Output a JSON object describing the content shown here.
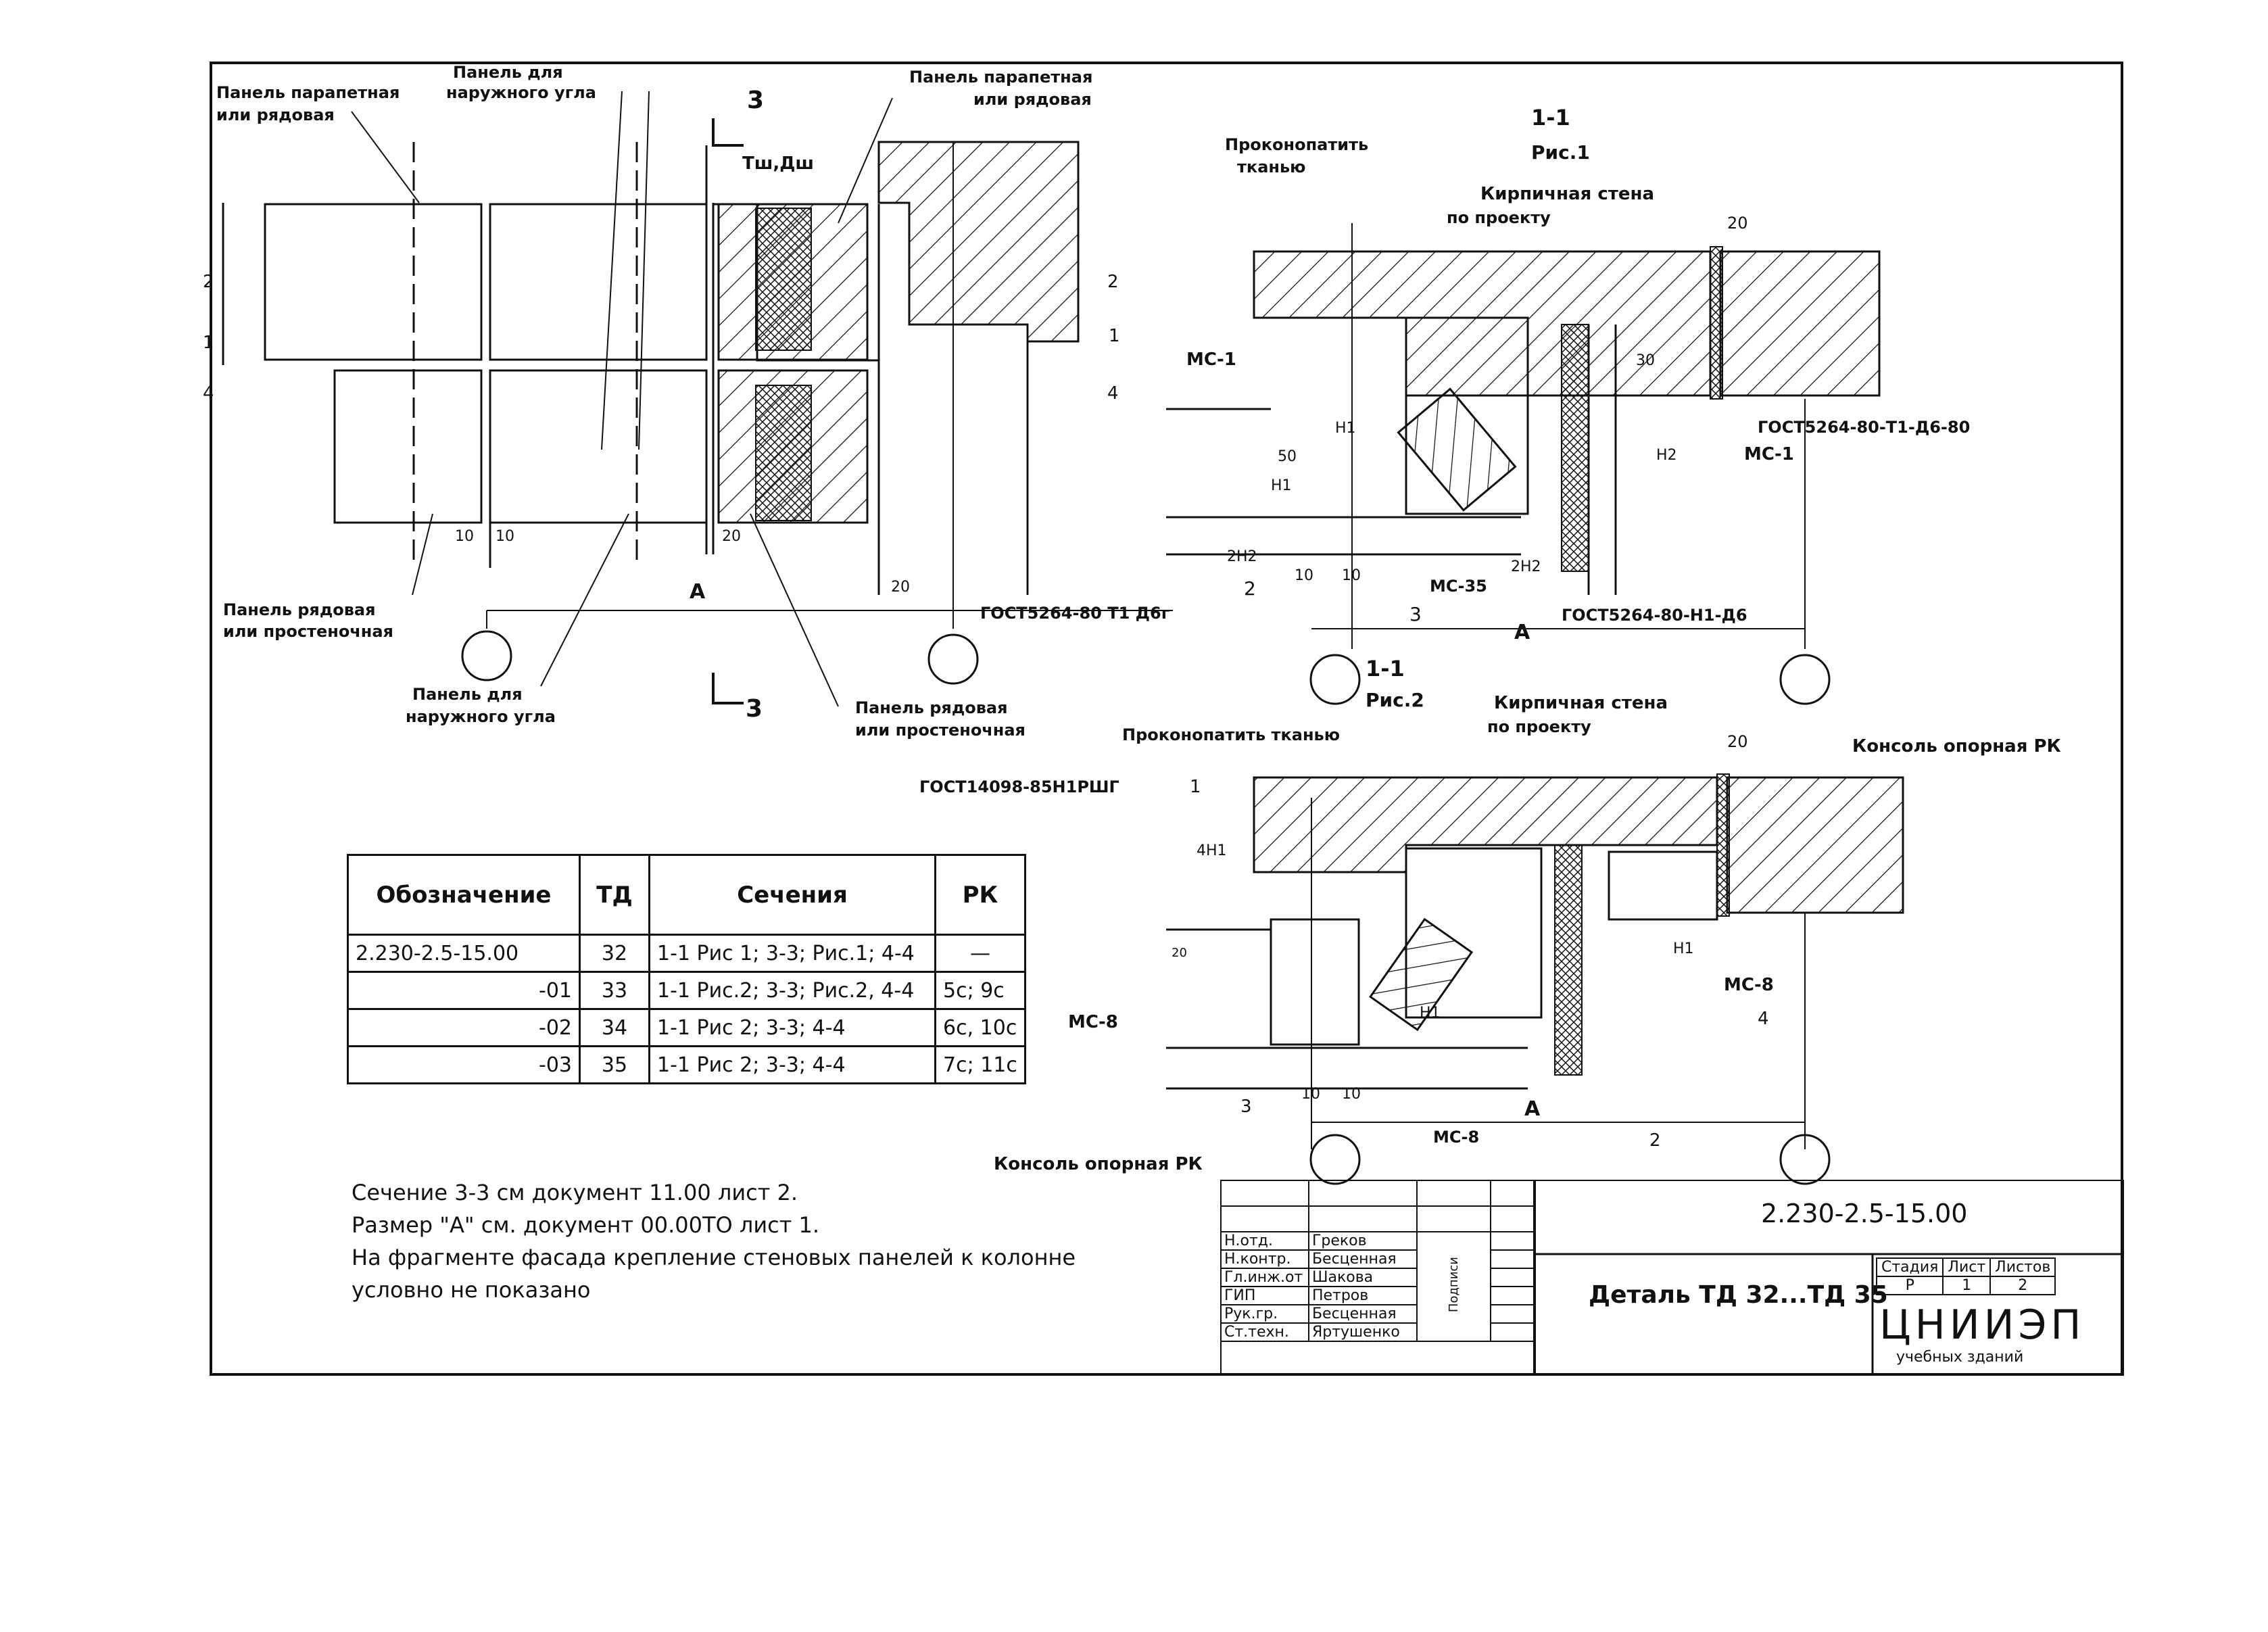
{
  "labels": {
    "panel_parapet_or_row_left": [
      "Панель парапетная",
      "или рядовая"
    ],
    "panel_outer_corner_top": [
      "Панель для",
      "наружного угла"
    ],
    "panel_parapet_or_row_right": [
      "Панель парапетная",
      "или рядовая"
    ],
    "section_mark": "3",
    "tsh_dsh": "Тш,Дш",
    "panel_row_or_pier": [
      "Панель рядовая",
      "или простеночная"
    ],
    "panel_outer_corner_bottom": [
      "Панель для",
      "наружного угла"
    ],
    "panel_row_or_pier_right": [
      "Панель рядовая",
      "или простеночная"
    ],
    "dim_2": "2",
    "dim_1": "1",
    "dim_4": "4",
    "dim_10a": "10",
    "dim_10b": "10",
    "dim_20a": "20",
    "dim_20b": "20",
    "axis_a": "А",
    "gost_weld_1": "ГОСТ5264-80 Т1 Д6г"
  },
  "detail_1": {
    "section": "1-1",
    "fig": "Рис.1",
    "caulk": [
      "Проконопатить",
      "тканью"
    ],
    "brick_wall": [
      "Кирпичная стена",
      "по проекту"
    ],
    "dim_20": "20",
    "mc1_left": "МС-1",
    "mc1_right": "МС-1",
    "n1a": "Н1",
    "n1b": "Н1",
    "n2": "Н2",
    "dim_50": "50",
    "dim_30": "30",
    "weld_2n2": "2Н2",
    "weld_2n2b": "2Н2",
    "gost_weld_right": "ГОСТ5264-80-Т1-Д6-80",
    "item_2": "2",
    "item_3": "3",
    "dim_10a": "10",
    "dim_10b": "10",
    "mc35": "МС-35",
    "gost_weld_bottom": "ГОСТ5264-80-Н1-Д6",
    "axis_a": "А"
  },
  "detail_2": {
    "section": "1-1",
    "fig": "Рис.2",
    "caulk": "Проконопатить тканью",
    "brick_wall": [
      "Кирпичная стена",
      "по проекту"
    ],
    "gost_weld": "ГОСТ14098-85Н1РШГ",
    "item_1": "1",
    "weld_4n1": "4Н1",
    "dim_20": "20",
    "console": "Консоль опорная РК",
    "dim_20b": "20",
    "n1a": "Н1",
    "n1b": "Н1",
    "mc8_left": "МС-8",
    "mc8_right": "МС-8",
    "mc8_bottom": "МС-8",
    "item_4": "4",
    "item_3": "3",
    "item_2": "2",
    "dim_10a": "10",
    "dim_10b": "10",
    "axis_a": "А",
    "console_bottom": "Консоль опорная РК"
  },
  "spec_table": {
    "headers": [
      "Обозначение",
      "ТД",
      "Сечения",
      "РК"
    ],
    "rows": [
      [
        "2.230-2.5-15.00",
        "32",
        "1-1 Рис 1; 3-3; Рис.1; 4-4",
        "—"
      ],
      [
        "-01",
        "33",
        "1-1 Рис.2; 3-3; Рис.2, 4-4",
        "5с; 9с"
      ],
      [
        "-02",
        "34",
        "1-1 Рис 2; 3-3; 4-4",
        "6с, 10с"
      ],
      [
        "-03",
        "35",
        "1-1 Рис 2; 3-3; 4-4",
        "7с; 11с"
      ]
    ]
  },
  "notes": [
    "Сечение 3-3 см документ 11.00 лист 2.",
    "Размер \"А\" см. документ 00.00ТО лист 1.",
    "На фрагменте фасада крепление стеновых панелей к колонне",
    "условно не показано"
  ],
  "stamp": {
    "roles": [
      "Н.отд.",
      "Н.контр.",
      "Гл.инж.от",
      "ГИП",
      "Рук.гр.",
      "Ст.техн."
    ],
    "names": [
      "Греков",
      "Бесценная",
      "Шакова",
      "Петров",
      "Бесценная",
      "Яртушенко"
    ],
    "signature_label": "Подписи",
    "code": "2.230-2.5-15.00",
    "title": "Деталь ТД 32...ТД 35",
    "stage_headers": [
      "Стадия",
      "Лист",
      "Листов"
    ],
    "stage_values": [
      "Р",
      "1",
      "2"
    ],
    "org": "ЦНИИЭП",
    "org_sub": "учебных зданий"
  }
}
